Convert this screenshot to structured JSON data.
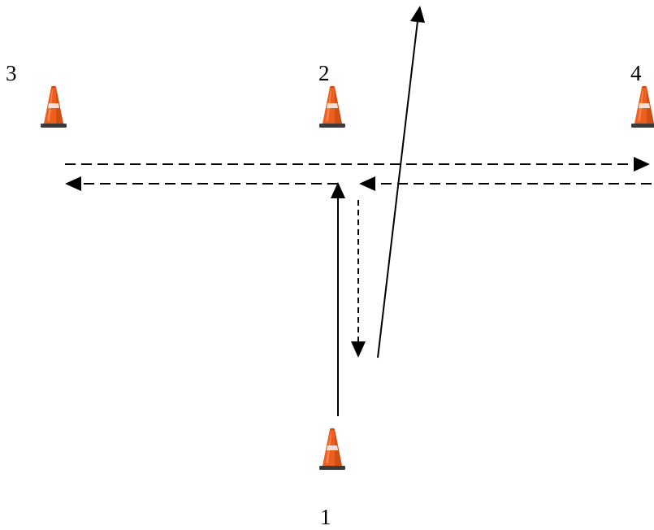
{
  "cones": [
    {
      "label": "1"
    },
    {
      "label": "2"
    },
    {
      "label": "3"
    },
    {
      "label": "4"
    }
  ],
  "colors": {
    "cone_orange": "#ee5f1d",
    "cone_shadow": "#b8410f",
    "cone_stripe": "#f7f7f7",
    "cone_base": "#3a3a3a",
    "line": "#000000"
  },
  "icons": {
    "cone": "traffic-cone-icon",
    "arrow": "arrowhead-icon"
  }
}
